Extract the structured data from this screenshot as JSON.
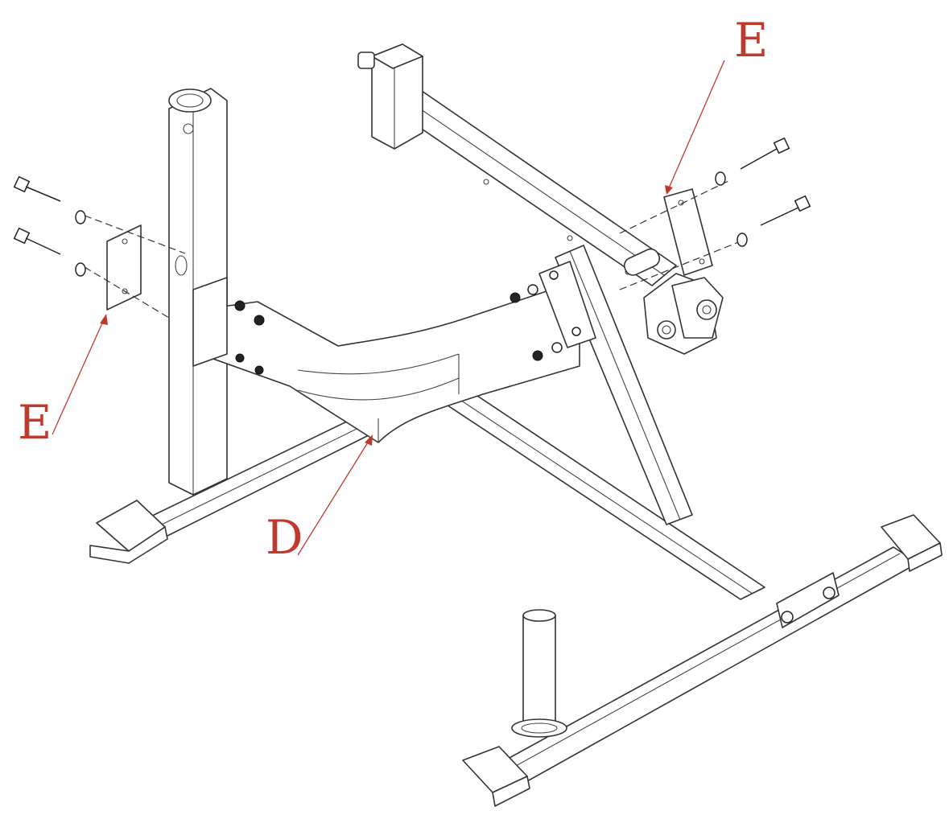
{
  "callouts": {
    "e_top_right": "E",
    "e_left": "E",
    "d_bottom": "D"
  },
  "colors": {
    "line": "#333333",
    "callout": "#c0392b",
    "background": "#ffffff"
  }
}
